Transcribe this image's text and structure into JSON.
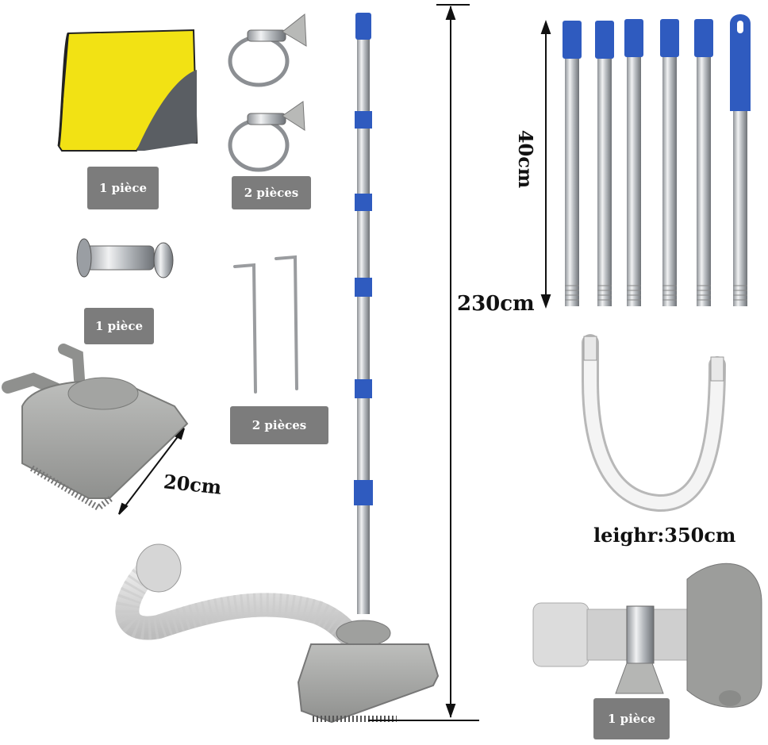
{
  "labels": {
    "towel_qty": "1 pièce",
    "clamps_qty": "2 pièces",
    "connector_qty": "1 pièce",
    "hex_keys_qty": "2 pièces",
    "adapter_qty": "1 pièce",
    "brush_width": "20cm",
    "pole_length": "230cm",
    "section_length": "40cm",
    "hose_length": "leighr:350cm"
  },
  "colors": {
    "accent_blue": "#2f5bbf",
    "towel_yellow": "#f2e214",
    "towel_grey": "#5a5e63",
    "plastic_grey": "#a9aaa8",
    "badge_grey": "#7c7c7c"
  }
}
